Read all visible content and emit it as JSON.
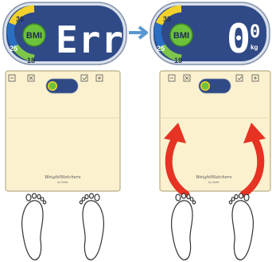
{
  "colors": {
    "display_bg": "#2f4a86",
    "display_ring": "#d8e0ec",
    "band_yellow": "#f2d22a",
    "band_blue": "#2a6fc2",
    "band_green": "#7ec64a",
    "bmi_button": "#6dc23c",
    "scale_body": "#fbf1cf",
    "scale_border": "#b9ad86",
    "arrow_connector": "#5a97d0",
    "lift_arrows": "#e63323",
    "foot_outline": "#333333"
  },
  "left_display": {
    "bmi_label": "BMI",
    "band_30": "30",
    "band_25": "25",
    "band_18": "18",
    "readout": "Err"
  },
  "right_display": {
    "bmi_label": "BMI",
    "band_30": "30",
    "band_25": "25",
    "band_18": "18",
    "readout_main": "0",
    "readout_decimal": "0",
    "unit": "kg"
  },
  "scale": {
    "brand_line1": "WeightWatchers",
    "brand_line2": "by Salter",
    "icons": [
      "minus-icon",
      "x-icon",
      "check-icon",
      "plus-icon"
    ]
  }
}
